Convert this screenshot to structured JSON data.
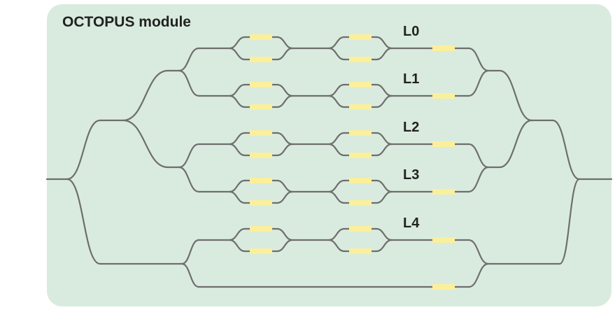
{
  "title": "OCTOPUS module",
  "lanes": [
    {
      "label": "L0"
    },
    {
      "label": "L1"
    },
    {
      "label": "L2"
    },
    {
      "label": "L3"
    },
    {
      "label": "L4"
    }
  ],
  "colors": {
    "module_background": "#d9ebde",
    "waveguide": "#6e6e6e",
    "heater": "#fbef9b",
    "text": "#222222"
  }
}
